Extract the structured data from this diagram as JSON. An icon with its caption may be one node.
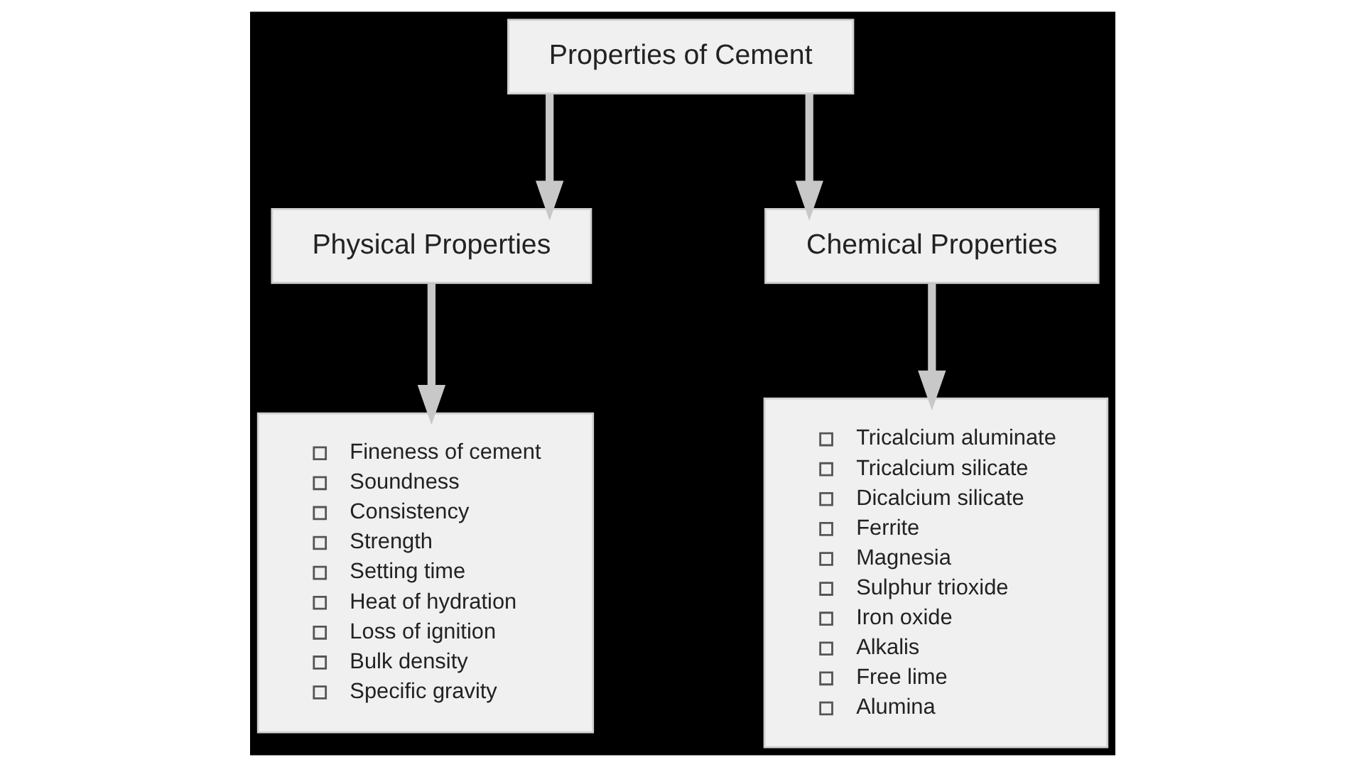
{
  "diagram": {
    "nodes": [
      {
        "text": [
          "Properties of Cement"
        ]
      },
      {
        "text": [
          "Physical Properties"
        ]
      },
      {
        "text": [
          "Chemical Properties"
        ]
      },
      {
        "text": [
          "Fineness of cement",
          "Soundness",
          "Consistency",
          "Strength",
          "Setting time",
          "Heat of hydration",
          "Loss of ignition",
          "Bulk density",
          "Specific gravity"
        ]
      },
      {
        "text": [
          "Tricalcium aluminate",
          "Tricalcium silicate",
          "Dicalcium silicate",
          "Ferrite",
          "Magnesia",
          "Sulphur trioxide",
          "Iron oxide",
          "Alkalis",
          "Free lime",
          "Alumina"
        ]
      }
    ],
    "edges": [
      {
        "from": 0,
        "to": 1,
        "arrow": "to"
      },
      {
        "from": 0,
        "to": 2,
        "arrow": "to"
      },
      {
        "from": 1,
        "to": 3,
        "arrow": "to"
      },
      {
        "from": 2,
        "to": 4,
        "arrow": "to"
      }
    ]
  }
}
